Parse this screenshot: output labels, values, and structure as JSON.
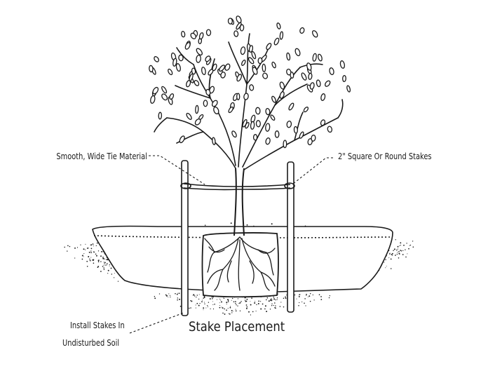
{
  "labels": {
    "tie_material": "Smooth, Wide Tie Material",
    "stakes": "2\" Square Or Round Stakes",
    "install_line1": "Install Stakes In",
    "install_line2": "Undisturbed Soil"
  },
  "caption": "Stake Placement",
  "colors": {
    "ink": "#1a1a1a",
    "background": "#ffffff"
  }
}
